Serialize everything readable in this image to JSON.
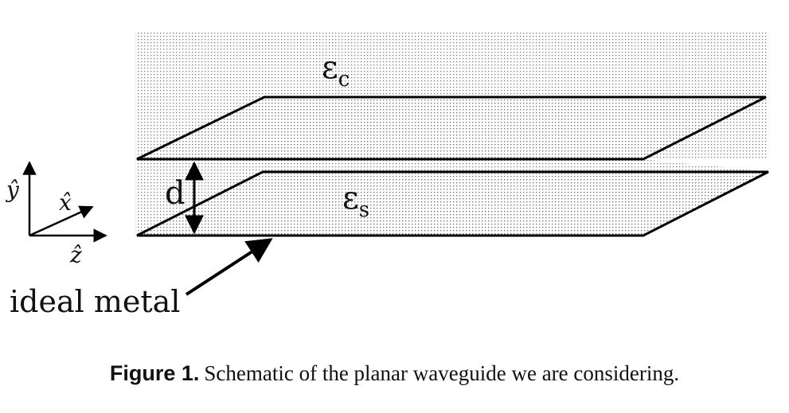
{
  "diagram": {
    "labels": {
      "epsilon_c": "ε",
      "epsilon_c_sub": "c",
      "epsilon_s": "ε",
      "epsilon_s_sub": "s",
      "thickness": "d",
      "metal": "ideal metal",
      "axis_y": "ŷ",
      "axis_x": "x̂",
      "axis_z": "ẑ"
    },
    "colors": {
      "line": "#000000",
      "dot": "#7a7a7a",
      "background": "#ffffff"
    }
  },
  "caption": {
    "label": "Figure 1.",
    "text": "Schematic of the planar waveguide we are considering."
  }
}
